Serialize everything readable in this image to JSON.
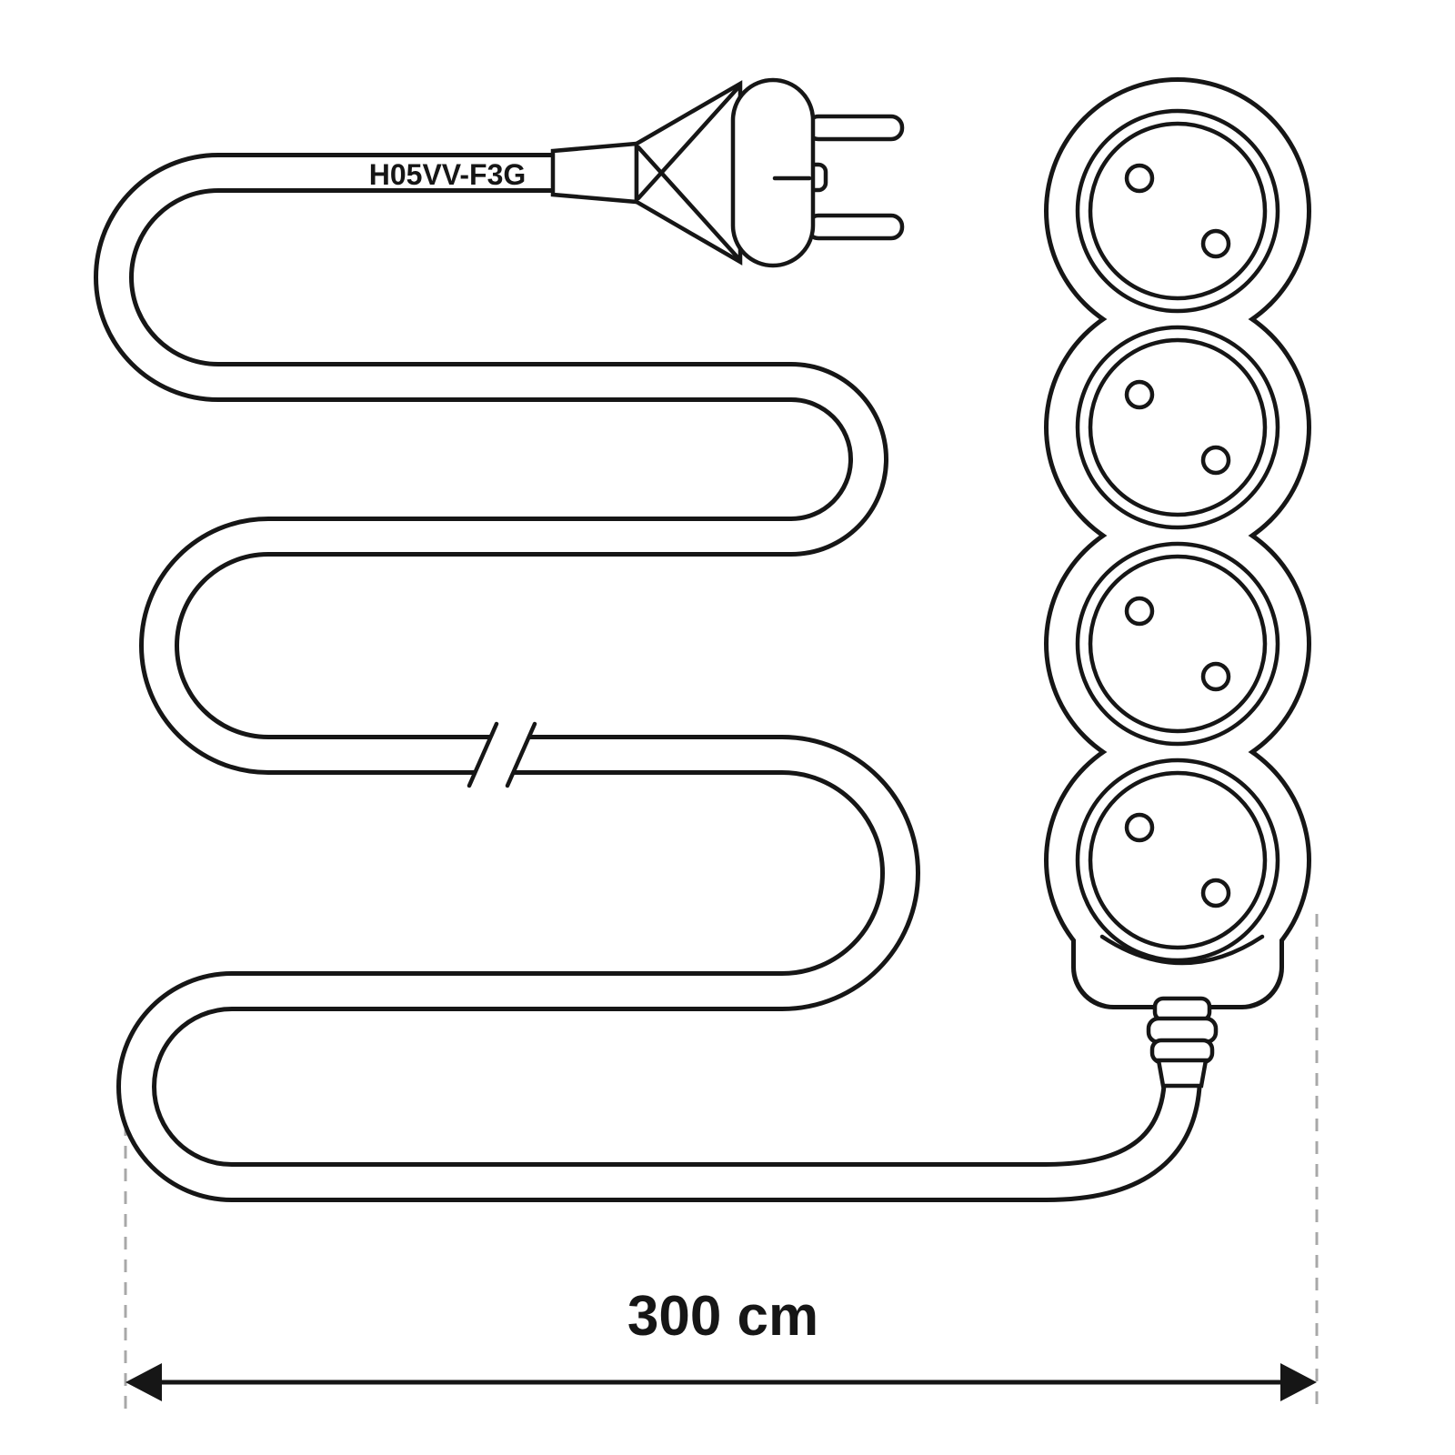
{
  "diagram": {
    "cable_label": "H05VV-F3G",
    "dimension_label": "300 cm",
    "socket_count": 4,
    "colors": {
      "line": "#161616",
      "dash_line": "#a8a8a8",
      "background": "#ffffff"
    }
  }
}
